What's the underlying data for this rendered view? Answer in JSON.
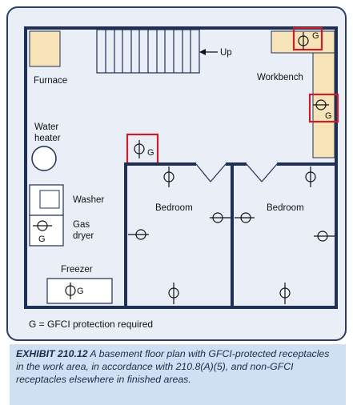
{
  "labels": {
    "furnace": "Furnace",
    "up": "Up",
    "workbench": "Workbench",
    "water_heater_line1": "Water",
    "water_heater_line2": "heater",
    "washer": "Washer",
    "gas_dryer_line1": "Gas",
    "gas_dryer_line2": "dryer",
    "freezer": "Freezer",
    "bedroom_left": "Bedroom",
    "bedroom_right": "Bedroom",
    "gfci_mark": "G"
  },
  "legend": {
    "text": "G = GFCI protection required"
  },
  "caption": {
    "exhibit": "EXHIBIT 210.12",
    "text": "A basement floor plan with GFCI-protected receptacles in the work area, in accordance with 210.8(A)(5), and non-GFCI receptacles elsewhere in finished areas."
  },
  "colors": {
    "panel_bg": "#e9eef7",
    "wall": "#1f2f55",
    "fixture": "#f6e3b8",
    "gfci_box": "#c8202a",
    "caption_bg": "#cfe0f3"
  }
}
